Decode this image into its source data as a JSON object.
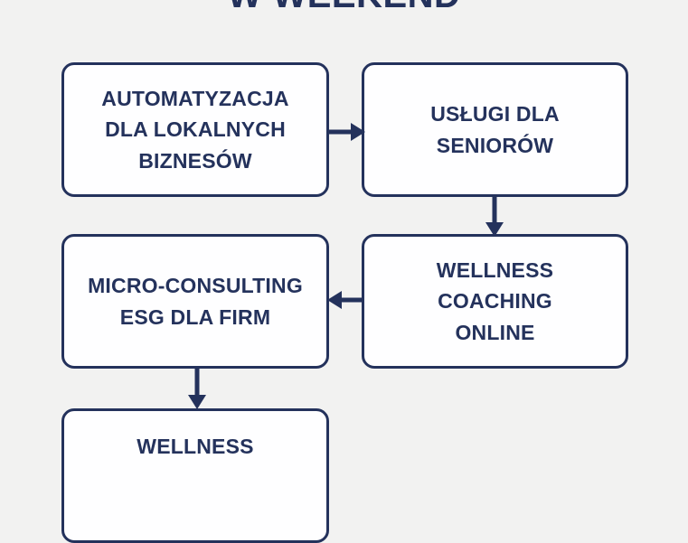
{
  "slide": {
    "title": "W WEEKEND",
    "background_color": "#f2f2f1",
    "accent_color": "#24325c"
  },
  "diagram": {
    "type": "flowchart",
    "nodes": [
      {
        "id": "automatyzacja",
        "label": "AUTOMATYZACJA\nDLA LOKALNYCH\nBIZNESÓW"
      },
      {
        "id": "uslugi-seniorow",
        "label": "USŁUGI DLA\nSENIORÓW"
      },
      {
        "id": "micro-consulting",
        "label": "MICRO-CONSULTING\nESG DLA FIRM"
      },
      {
        "id": "wellness-coaching",
        "label": "WELLNESS\nCOACHING\nONLINE"
      },
      {
        "id": "wellness-bottom",
        "label": "WELLNESS"
      }
    ],
    "connectors": [
      {
        "id": "1-to-2",
        "from": "automatyzacja",
        "to": "uslugi-seniorow",
        "direction": "right"
      },
      {
        "id": "2-to-4",
        "from": "uslugi-seniorow",
        "to": "wellness-coaching",
        "direction": "down"
      },
      {
        "id": "4-to-3",
        "from": "wellness-coaching",
        "to": "micro-consulting",
        "direction": "left"
      },
      {
        "id": "3-to-5",
        "from": "micro-consulting",
        "to": "wellness-bottom",
        "direction": "down"
      }
    ]
  }
}
